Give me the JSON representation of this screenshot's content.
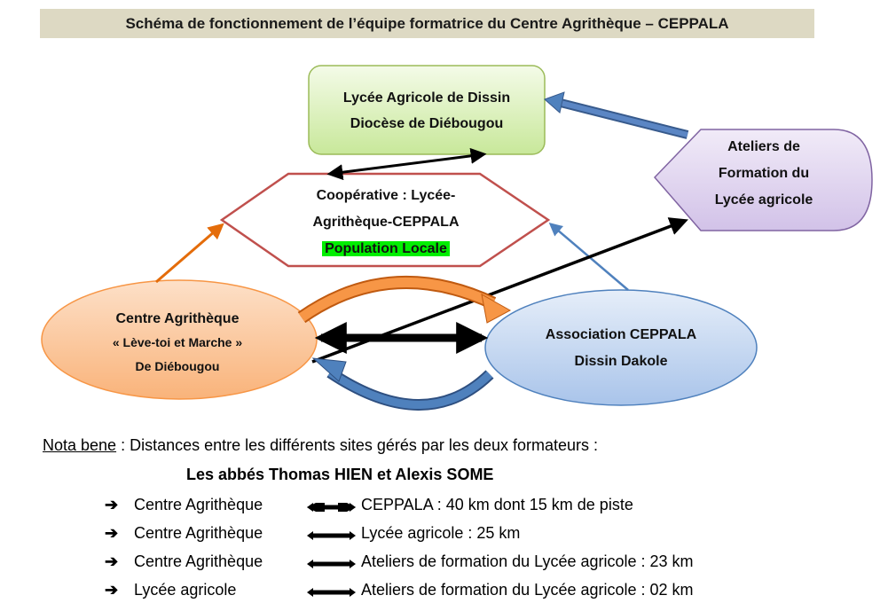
{
  "title": "Schéma de fonctionnement de l’équipe formatrice du Centre Agrithèque – CEPPALA",
  "nodes": {
    "lycee": {
      "line1": "Lycée Agricole de Dissin",
      "line2": "Diocèse de Diébougou",
      "fill": "#d7f0b0",
      "stroke": "#9bbb59"
    },
    "cooperative": {
      "line1": "Coopérative : Lycée-",
      "line2": "Agrithèque-CEPPALA",
      "line3": "Population Locale",
      "stroke": "#c0504d",
      "highlight": "#00ee00"
    },
    "ateliers": {
      "line1": "Ateliers de",
      "line2": "Formation du",
      "line3": "Lycée agricole",
      "fill": "#ddd0ee",
      "stroke": "#8064a2"
    },
    "centre": {
      "line1": "Centre Agrithèque",
      "line2": "« Lève-toi et Marche »",
      "line3": "De Diébougou",
      "fill": "#fbc497",
      "stroke": "#f79646"
    },
    "association": {
      "line1": "Association CEPPALA",
      "line2": "Dissin Dakole",
      "fill": "#c6d9f1",
      "stroke": "#4f81bd"
    }
  },
  "colors": {
    "orange_arrow": "#e46c0a",
    "blue_arrow": "#4f81bd",
    "dark_blue_arrow": "#375a8c",
    "black": "#000000",
    "title_band": "#ddd9c3"
  },
  "nota_bene": {
    "label": "Nota bene",
    "text": " : Distances entre les différents sites gérés par les deux formateurs :",
    "signers": "Les abbés Thomas HIEN  et  Alexis SOME",
    "bullet_icon": "right-arrow-icon",
    "rows": [
      {
        "from": "Centre Agrithèque",
        "to": "CEPPALA : 40 km dont 15 km de piste"
      },
      {
        "from": "Centre Agrithèque",
        "to": "Lycée agricole : 25 km"
      },
      {
        "from": "Centre Agrithèque",
        "to": "Ateliers de formation du Lycée agricole : 23 km"
      },
      {
        "from": "Lycée agricole",
        "to": "Ateliers de formation du Lycée agricole : 02 km"
      }
    ]
  }
}
